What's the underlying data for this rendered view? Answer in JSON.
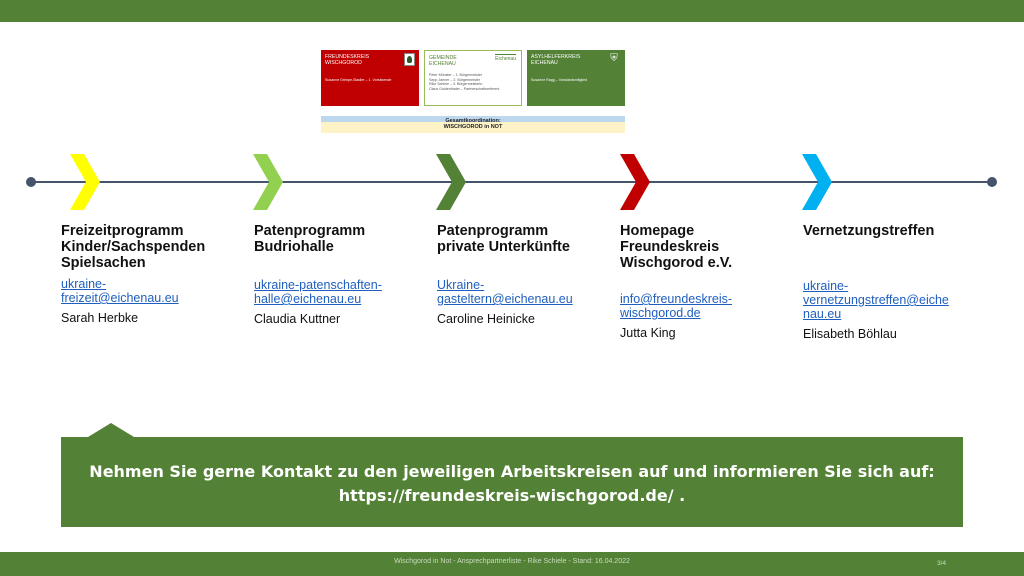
{
  "org": {
    "box1": {
      "title_1": "FREUNDESKREIS",
      "title_2": "WISCHGOROD",
      "sub": "Susanne Grimpe-Stadler – 1. Vorsitzende"
    },
    "box2": {
      "title_1": "GEMEINDE",
      "title_2": "EICHENAU",
      "logo": "Eichenau",
      "sub_1": "Peter Münster – 1. Bürgermeister",
      "sub_2": "Sepp Janner – 2. Bürgermeister",
      "sub_3": "Rike Schiele – 3. Bürgermeisterin",
      "sub_4": "Claus Goldenthaler – Partnerschaftsreferent"
    },
    "box3": {
      "title_1": "ASYLHELFERKREIS",
      "title_2": "EICHENAU",
      "sub": "Susanne Ragg – Vorstandsmitglied"
    },
    "coord_line_1": "Gesamtkoordination:",
    "coord_line_2": "WISCHGOROD in NOT",
    "colors": {
      "red": "#c00000",
      "green": "#538135"
    },
    "icons": [
      "crest-icon",
      "shield-icon"
    ]
  },
  "timeline": {
    "colors": [
      "#ffff00",
      "#92d050",
      "#538135",
      "#c00000",
      "#00b0f0"
    ],
    "items": [
      {
        "title": [
          "Freizeitprogramm",
          "Kinder/Sachspenden",
          "Spielsachen"
        ],
        "email": [
          "ukraine-",
          "freizeit@eichenau.eu"
        ],
        "person": "Sarah Herbke"
      },
      {
        "title": [
          "Patenprogramm",
          "Budriohalle"
        ],
        "email": [
          "ukraine-patenschaften-",
          "halle@eichenau.eu"
        ],
        "person": "Claudia Kuttner"
      },
      {
        "title": [
          "Patenprogramm",
          "private Unterkünfte"
        ],
        "email": [
          "Ukraine-",
          "gasteltern@eichenau.eu"
        ],
        "person": "Caroline Heinicke"
      },
      {
        "title": [
          "Homepage",
          "Freundeskreis",
          "Wischgorod e.V."
        ],
        "email": [
          "info@freundeskreis-",
          "wischgorod.de"
        ],
        "person": "Jutta King"
      },
      {
        "title": [
          "Vernetzungstreffen"
        ],
        "email": [
          "ukraine-",
          "vernetzungstreffen@eiche",
          "nau.eu"
        ],
        "person": "Elisabeth Böhlau"
      }
    ]
  },
  "callout": {
    "line_1": "Nehmen Sie gerne Kontakt zu den jeweiligen Arbeitskreisen auf und informieren Sie sich auf:",
    "line_2": "https://freundeskreis-wischgorod.de/ ."
  },
  "footer": {
    "text": "Wischgorod in Not - Ansprechpartnerliste - Rike Schiele - Stand: 16.04.2022",
    "page": "3/4"
  }
}
